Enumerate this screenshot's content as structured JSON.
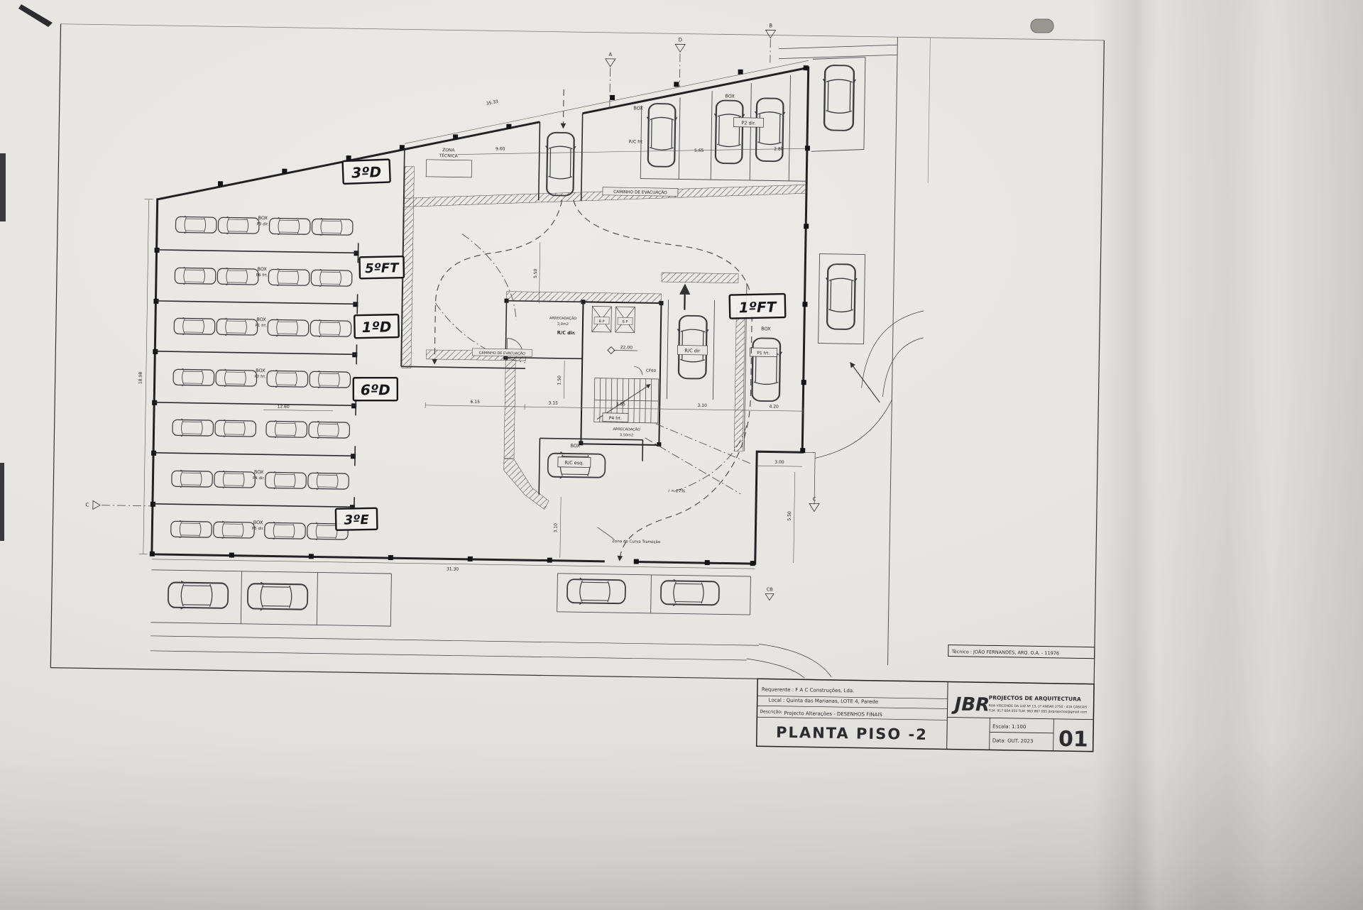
{
  "colors": {
    "paper": "#e9e7e3",
    "ink": "#2b2b30",
    "hand_ink": "#17171c"
  },
  "annotations": {
    "u1": "3ºD",
    "u2": "5ºFT",
    "u3": "1ºD",
    "u4": "6ºD",
    "u5": "3ºE",
    "u6": "1ºFT"
  },
  "labels": {
    "box": "BOX",
    "zona_tecnica_1": "ZONA",
    "zona_tecnica_2": "TÉCNICA",
    "caminho_evacuacao": "CAMINHO DE EVACUAÇÃO",
    "rc_frt": "R/C frt",
    "p2_dir": "P2 dir.",
    "rc_dir_room": "R/C dir.",
    "rc_dir_stall": "R/C dir",
    "rc_esq": "R/C esq.",
    "p1_frt": "P1 frt.",
    "p4_frt": "P4 frt.",
    "arrecadacao": "ARRECADAÇÃO",
    "area_small": "2,0m2",
    "area_big": "3,50m2",
    "elev_left": "B P",
    "elev_right": "6 P",
    "cf60": "CF60",
    "slope": "i = 17%",
    "curva": "Zona de Curva Transição",
    "stalls": [
      "P3 dir.",
      "P6 frt.",
      "P1 frt.",
      "P2 frt.",
      "P4 dir.",
      "P5 dir."
    ]
  },
  "dims": {
    "top_diag": "35.33",
    "top_1": "9.60",
    "top_2": "5.65",
    "top_3": "2.80",
    "left_total": "18.98",
    "bottom_total": "31.30",
    "mid_1": "6.15",
    "mid_2": "3.15",
    "mid_3": "3.65",
    "mid_4": "3.10",
    "mid_5": "4.20",
    "row": "12.60",
    "right_1": "3.00",
    "right_2": "5.50",
    "c_v1": "5.50",
    "c_v2": "1.50",
    "c_v3": "3.10",
    "level": "22.00"
  },
  "markers": {
    "a": "A",
    "b": "B",
    "c_left": "C",
    "c_right": "C",
    "d": "D",
    "cb": "CB"
  },
  "titleblock": {
    "tecnico": "Técnico : JOÃO FERNANDES, ARQ.   O.A. - 11976",
    "brand": "JBR",
    "brand_sub": "PROJECTOS DE ARQUITECTURA",
    "brand_addr1": "RUA VISCONDE DA LUZ Nº 13, 1º ANDAR   2750 - 416   CASCAIS",
    "brand_addr2": "TLM. 917 604 055   TLM. 963 867 055   jbrprojectos@gmail.com",
    "requerente": "Requerente : F A C Construções, Lda.",
    "local": "Local : Quinta das Marianas, LOTE 4, Parede",
    "descricao_label": "Descrição:",
    "descricao": "Projecto Alterações - DESENHOS FINAIS",
    "escala": "Escala: 1:100",
    "data": "Data: OUT. 2023",
    "title": "PLANTA PISO -2",
    "number": "01"
  }
}
